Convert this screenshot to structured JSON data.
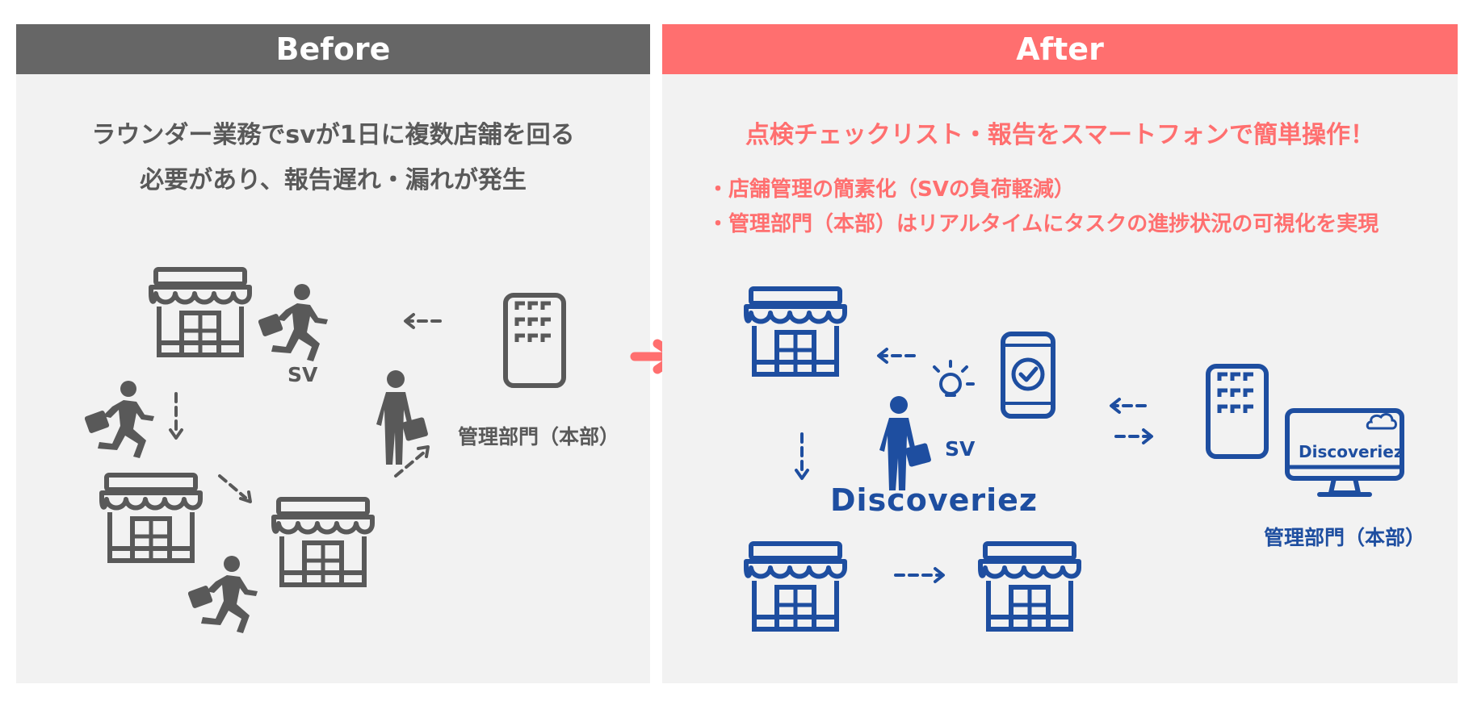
{
  "before": {
    "header": "Before",
    "description": [
      "ラウンダー業務でsvが1日に複数店舗を回る",
      "必要があり、報告遅れ・漏れが発生"
    ],
    "sv_label": "SV",
    "hq_label": "管理部門（本部）"
  },
  "after": {
    "header": "After",
    "title": "点検チェックリスト・報告をスマートフォンで簡単操作！",
    "bullets": [
      "・店舗管理の簡素化（SVの負荷軽減）",
      "・管理部門（本部）はリアルタイムにタスクの進捗状況の可視化を実現"
    ],
    "sv_label": "SV",
    "hq_label": "管理部門（本部）",
    "logo_text": "Discoveriez",
    "monitor_logo_text": "Discoveriez"
  },
  "colors": {
    "before_header": "#666666",
    "after_header": "#ff6f6f",
    "icon_gray": "#595959",
    "icon_blue": "#1e4ea0",
    "arrow": "#ff6f6f"
  }
}
